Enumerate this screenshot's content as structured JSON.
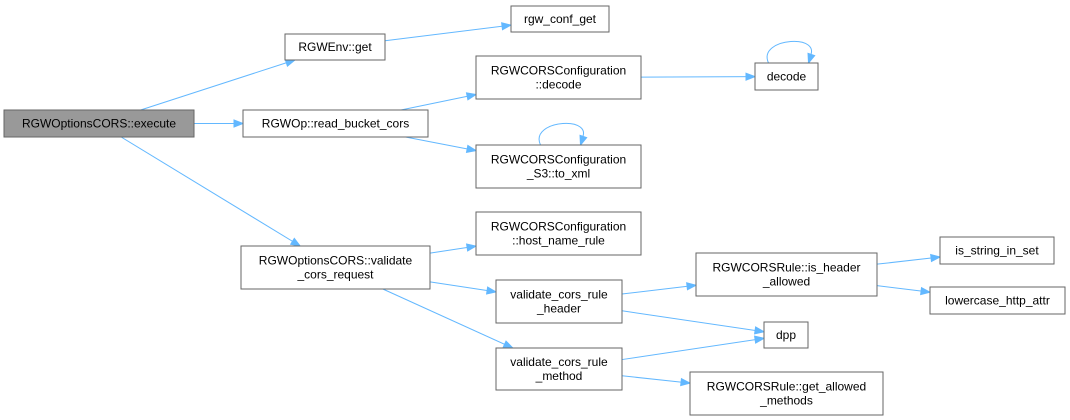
{
  "graph": {
    "nodes": {
      "execute": {
        "lines": [
          "RGWOptionsCORS::execute"
        ],
        "root": true
      },
      "env_get": {
        "lines": [
          "RGWEnv::get"
        ]
      },
      "rgw_conf_get": {
        "lines": [
          "rgw_conf_get"
        ]
      },
      "read_bucket_cors": {
        "lines": [
          "RGWOp::read_bucket_cors"
        ]
      },
      "cors_decode": {
        "lines": [
          "RGWCORSConfiguration",
          "::decode"
        ]
      },
      "decode": {
        "lines": [
          "decode"
        ]
      },
      "s3_to_xml": {
        "lines": [
          "RGWCORSConfiguration",
          "_S3::to_xml"
        ]
      },
      "validate_cors_request": {
        "lines": [
          "RGWOptionsCORS::validate",
          "_cors_request"
        ]
      },
      "host_name_rule": {
        "lines": [
          "RGWCORSConfiguration",
          "::host_name_rule"
        ]
      },
      "validate_cors_rule_header": {
        "lines": [
          "validate_cors_rule",
          "_header"
        ]
      },
      "is_header_allowed": {
        "lines": [
          "RGWCORSRule::is_header",
          "_allowed"
        ]
      },
      "is_string_in_set": {
        "lines": [
          "is_string_in_set"
        ]
      },
      "lowercase_http_attr": {
        "lines": [
          "lowercase_http_attr"
        ]
      },
      "dpp": {
        "lines": [
          "dpp"
        ]
      },
      "validate_cors_rule_method": {
        "lines": [
          "validate_cors_rule",
          "_method"
        ]
      },
      "get_allowed_methods": {
        "lines": [
          "RGWCORSRule::get_allowed",
          "_methods"
        ]
      }
    },
    "edges": [
      [
        "execute",
        "env_get"
      ],
      [
        "env_get",
        "rgw_conf_get"
      ],
      [
        "execute",
        "read_bucket_cors"
      ],
      [
        "read_bucket_cors",
        "cors_decode"
      ],
      [
        "cors_decode",
        "decode"
      ],
      [
        "decode",
        "decode"
      ],
      [
        "read_bucket_cors",
        "s3_to_xml"
      ],
      [
        "s3_to_xml",
        "s3_to_xml"
      ],
      [
        "execute",
        "validate_cors_request"
      ],
      [
        "validate_cors_request",
        "host_name_rule"
      ],
      [
        "validate_cors_request",
        "validate_cors_rule_header"
      ],
      [
        "validate_cors_rule_header",
        "is_header_allowed"
      ],
      [
        "is_header_allowed",
        "is_string_in_set"
      ],
      [
        "is_header_allowed",
        "lowercase_http_attr"
      ],
      [
        "validate_cors_rule_header",
        "dpp"
      ],
      [
        "validate_cors_request",
        "validate_cors_rule_method"
      ],
      [
        "validate_cors_rule_method",
        "dpp"
      ],
      [
        "validate_cors_rule_method",
        "get_allowed_methods"
      ]
    ]
  }
}
